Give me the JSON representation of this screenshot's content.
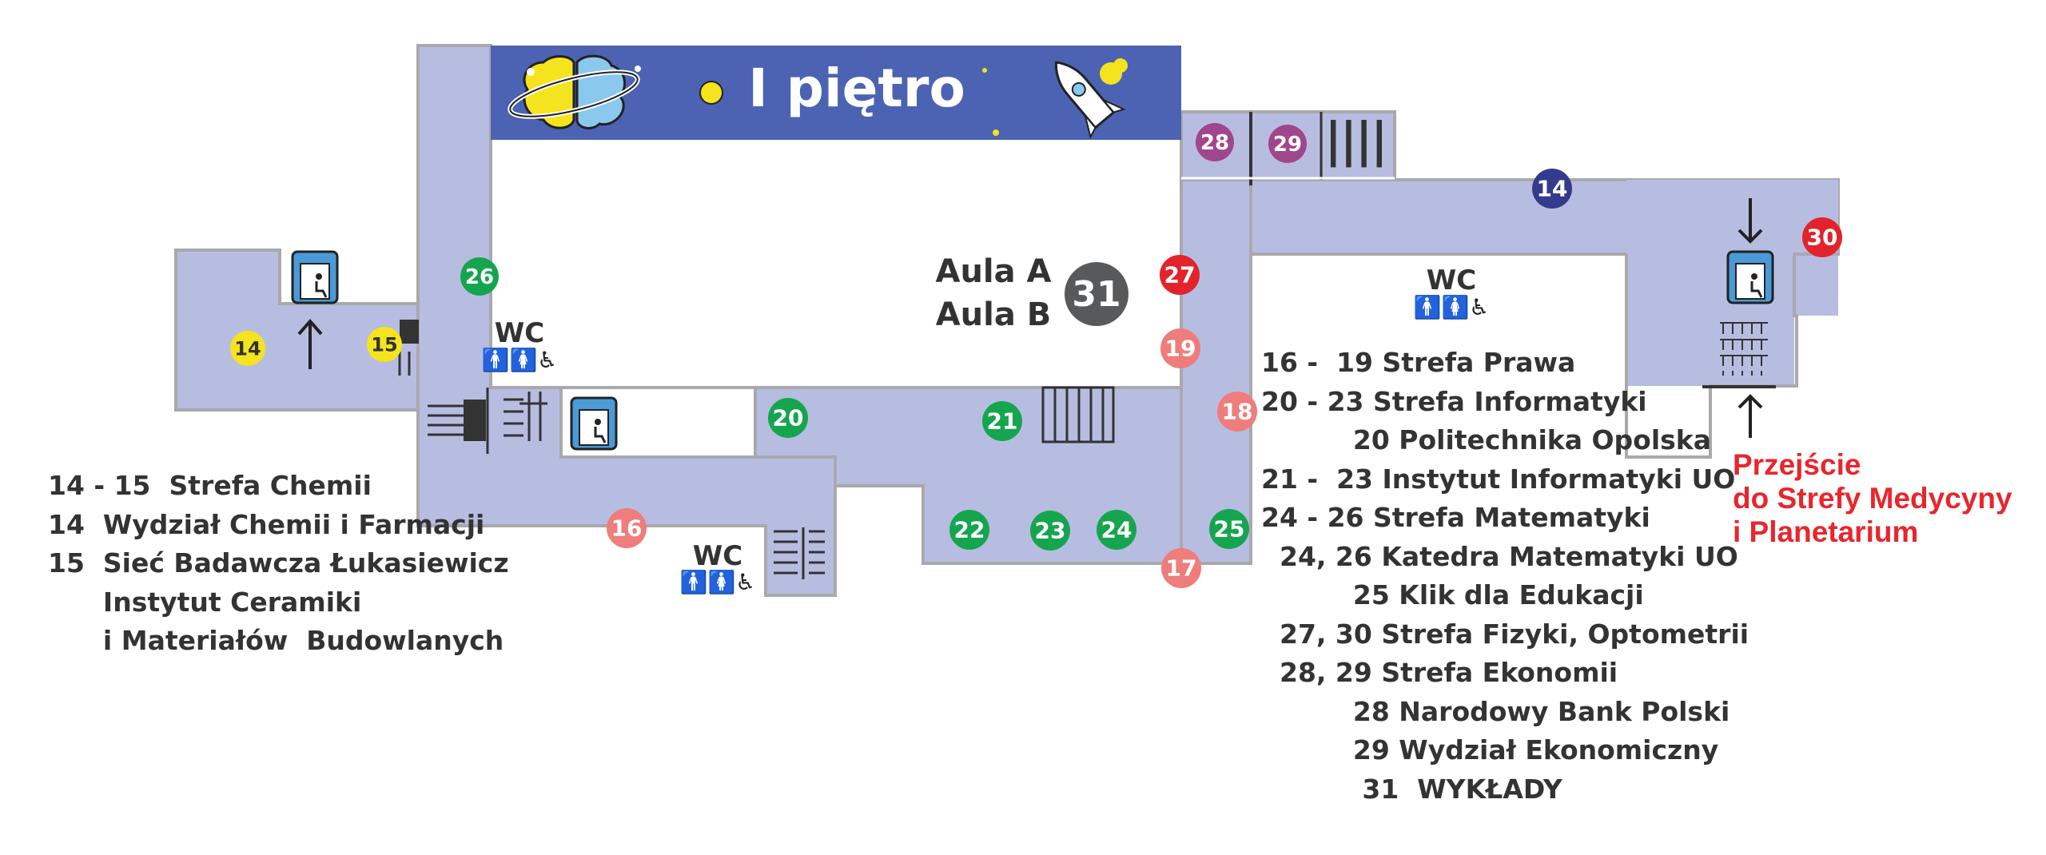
{
  "floor": {
    "title": "I piętro"
  },
  "colors": {
    "corridor": "#b7bde1",
    "wall": "#a9a9ad",
    "banner": "#4b63b2",
    "text": "#333333",
    "red_text": "#e8262d",
    "badge_yellow": "#f5e31d",
    "badge_green": "#16a54f",
    "badge_purple": "#a0468c",
    "badge_red": "#e2232b",
    "badge_salmon": "#ee7d7b",
    "badge_navy": "#343a8c",
    "badge_gray": "#58595b"
  },
  "badges": [
    {
      "id": "14a",
      "label": "14",
      "color": "badge_yellow",
      "text": "#333333"
    },
    {
      "id": "15",
      "label": "15",
      "color": "badge_yellow",
      "text": "#333333"
    },
    {
      "id": "26",
      "label": "26",
      "color": "badge_green",
      "text": "#ffffff"
    },
    {
      "id": "20",
      "label": "20",
      "color": "badge_green",
      "text": "#ffffff"
    },
    {
      "id": "21",
      "label": "21",
      "color": "badge_green",
      "text": "#ffffff"
    },
    {
      "id": "22",
      "label": "22",
      "color": "badge_green",
      "text": "#ffffff"
    },
    {
      "id": "23",
      "label": "23",
      "color": "badge_green",
      "text": "#ffffff"
    },
    {
      "id": "24",
      "label": "24",
      "color": "badge_green",
      "text": "#ffffff"
    },
    {
      "id": "25",
      "label": "25",
      "color": "badge_green",
      "text": "#ffffff"
    },
    {
      "id": "16",
      "label": "16",
      "color": "badge_salmon",
      "text": "#ffffff"
    },
    {
      "id": "17",
      "label": "17",
      "color": "badge_salmon",
      "text": "#ffffff"
    },
    {
      "id": "18",
      "label": "18",
      "color": "badge_salmon",
      "text": "#ffffff"
    },
    {
      "id": "19",
      "label": "19",
      "color": "badge_salmon",
      "text": "#ffffff"
    },
    {
      "id": "27",
      "label": "27",
      "color": "badge_red",
      "text": "#ffffff"
    },
    {
      "id": "30",
      "label": "30",
      "color": "badge_red",
      "text": "#ffffff"
    },
    {
      "id": "28",
      "label": "28",
      "color": "badge_purple",
      "text": "#ffffff"
    },
    {
      "id": "29",
      "label": "29",
      "color": "badge_purple",
      "text": "#ffffff"
    },
    {
      "id": "14b",
      "label": "14",
      "color": "badge_navy",
      "text": "#ffffff"
    },
    {
      "id": "31",
      "label": "31",
      "color": "badge_gray",
      "text": "#ffffff"
    }
  ],
  "aula": {
    "line1": "Aula A",
    "line2": "Aula B"
  },
  "wc_label": "WC",
  "icons": [
    "elevator-icon",
    "wheelchair-icon",
    "toilet-icon",
    "stairs-icon",
    "brain-planet-icon",
    "rocket-icon",
    "arrow-icon"
  ],
  "legend_left": [
    "14 - 15  Strefa Chemii",
    "14  Wydział Chemii i Farmacji",
    "15  Sieć Badawcza Łukasiewicz",
    "      Instytut Ceramiki",
    "      i Materiałów  Budowlanych"
  ],
  "legend_right": [
    "16 -  19 Strefa Prawa",
    "20 - 23 Strefa Informatyki",
    "          20 Politechnika Opolska",
    "21 -  23 Instytut Informatyki UO",
    "24 - 26 Strefa Matematyki",
    "  24, 26 Katedra Matematyki UO",
    "          25 Klik dla Edukacji",
    "  27, 30 Strefa Fizyki, Optometrii",
    "  28, 29 Strefa Ekonomii",
    "          28 Narodowy Bank Polski",
    "          29 Wydział Ekonomiczny",
    "           31  WYKŁADY"
  ],
  "transfer": {
    "line1": "Przejście",
    "line2": "do Strefy Medycyny",
    "line3": "i Planetarium"
  }
}
